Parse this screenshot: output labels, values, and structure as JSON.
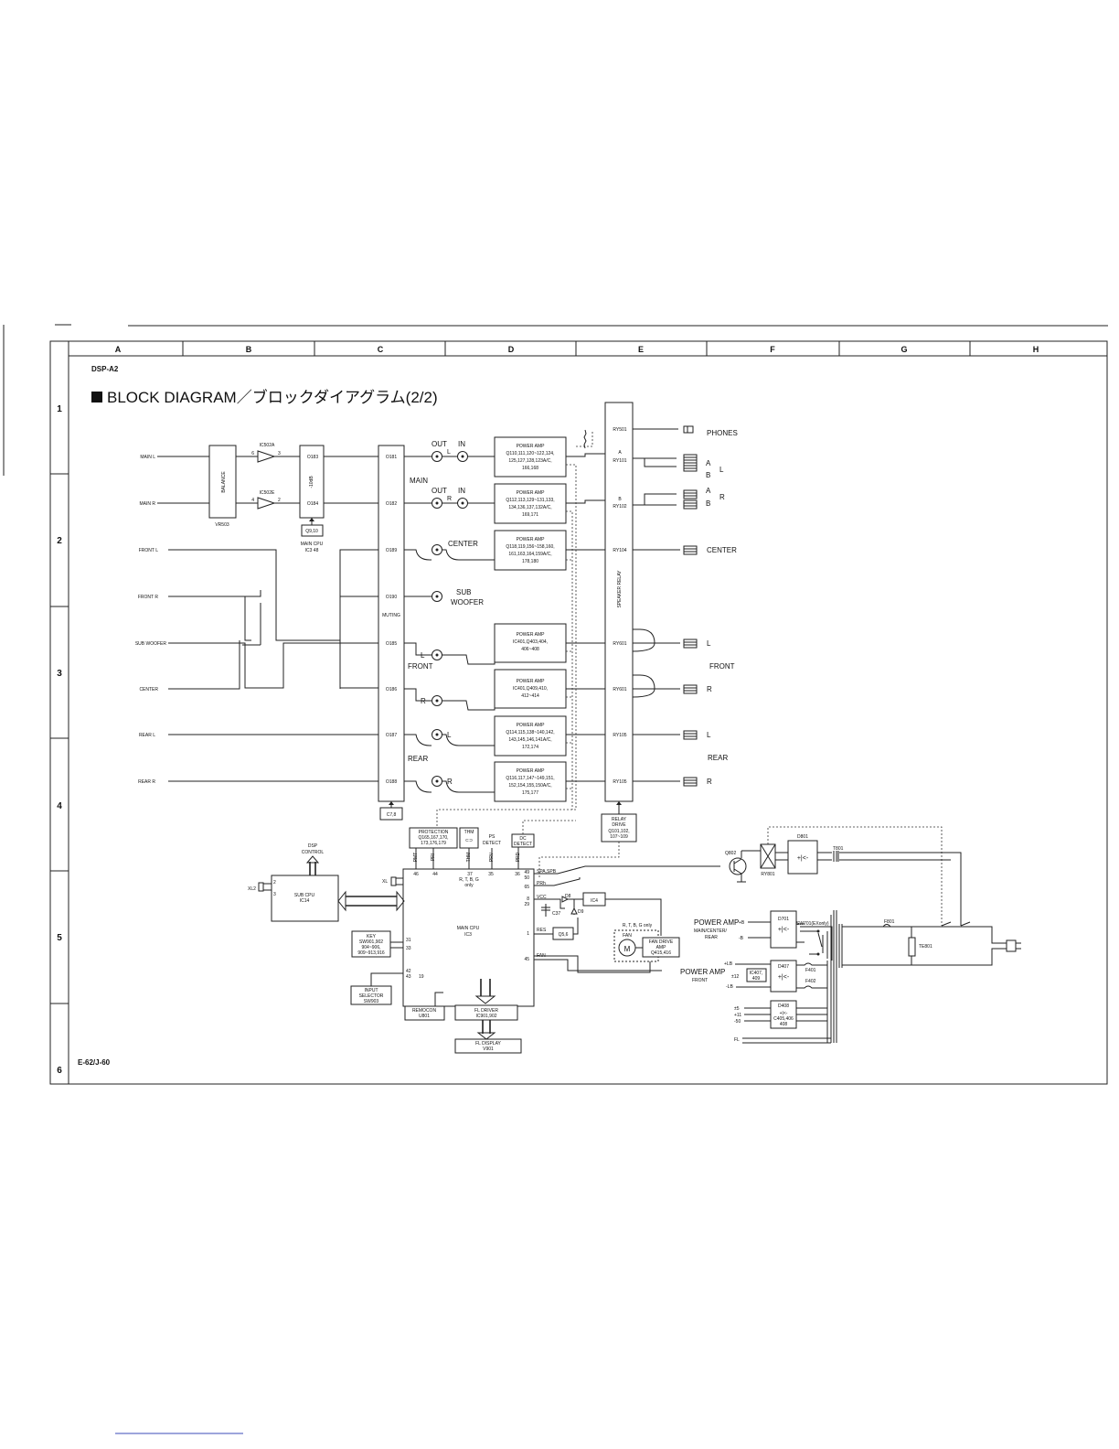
{
  "header": {
    "model": "DSP-A2",
    "title": "BLOCK DIAGRAM／ブロックダイアグラム(2/2)",
    "page_ref": "E-62/J-60"
  },
  "grid": {
    "columns": [
      "A",
      "B",
      "C",
      "D",
      "E",
      "F",
      "G",
      "H"
    ],
    "rows": [
      "1",
      "2",
      "3",
      "4",
      "5",
      "6"
    ]
  },
  "inputs": [
    "MAIN L",
    "MAIN R",
    "FRONT L",
    "FRONT R",
    "SUB WOOFER",
    "CENTER",
    "REAR L",
    "REAR R"
  ],
  "balance": {
    "label": "BALANCE",
    "ref": "VR503"
  },
  "ic502a": {
    "label": "IC502A",
    "pin_in": "6",
    "pin_out": "3"
  },
  "ic502e": {
    "label": "IC502E",
    "pin_in": "4",
    "pin_out": "2"
  },
  "gain_block": {
    "label": "-10dB",
    "out1": "O183",
    "out2": "O184"
  },
  "q9": {
    "label": "Q9,10",
    "note1": "MAIN CPU",
    "note2": "IC3 48"
  },
  "muting": {
    "label": "MUTING",
    "pins": [
      "O181",
      "O182",
      "O189",
      "O190",
      "O185",
      "O186",
      "O187",
      "O188"
    ]
  },
  "c78": "C7,8",
  "jacks": {
    "out": "OUT",
    "in": "IN",
    "l": "L",
    "r": "R",
    "main": "MAIN",
    "center": "CENTER",
    "sub": "SUB",
    "woofer": "WOOFER",
    "front": "FRONT",
    "rear": "REAR"
  },
  "power_amps": [
    {
      "title": "POWER AMP",
      "l1": "Q110,111,120~122,124,",
      "l2": "125,127,128,123A/C,",
      "l3": "166,168"
    },
    {
      "title": "POWER AMP",
      "l1": "Q112,113,129~131,133,",
      "l2": "134,136,137,132A/C,",
      "l3": "169,171"
    },
    {
      "title": "POWER AMP",
      "l1": "Q118,119,156~158,160,",
      "l2": "161,163,164,159A/C,",
      "l3": "178,180"
    },
    {
      "title": "POWER AMP",
      "l1": "IC401,Q403,404,",
      "l2": "406~408",
      "l3": ""
    },
    {
      "title": "POWER AMP",
      "l1": "IC401,Q409,410,",
      "l2": "412~414",
      "l3": ""
    },
    {
      "title": "POWER AMP",
      "l1": "Q114,115,138~140,142,",
      "l2": "143,145,146,141A/C,",
      "l3": "172,174"
    },
    {
      "title": "POWER AMP",
      "l1": "Q116,117,147~149,151,",
      "l2": "152,154,155,150A/C,",
      "l3": "175,177"
    }
  ],
  "relay": {
    "label": "SPEAKER RELAY",
    "pins": [
      "RY501",
      "A",
      "RY101",
      "B",
      "RY102",
      "RY104",
      "RY601",
      "RY601",
      "RY105",
      "RY105"
    ]
  },
  "relay_drive": {
    "l1": "RELAY",
    "l2": "DRIVE",
    "l3": "Q101,102,",
    "l4": "107~109"
  },
  "outputs": {
    "phones": "PHONES",
    "a": "A",
    "b": "B",
    "l": "L",
    "r": "R",
    "center": "CENTER",
    "front": "FRONT",
    "rear": "REAR"
  },
  "protection": {
    "l1": "PROTECTION",
    "l2": "Q165,167,170,",
    "l3": "173,176,179"
  },
  "thm": {
    "l1": "THM",
    "ps1": "PS",
    "ps2": "DETECT",
    "dc1": "DC",
    "dc2": "DETECT"
  },
  "main_cpu": {
    "l1": "MAIN CPU",
    "l2": "IC3",
    "pin_labels": [
      "PMT",
      "PRI",
      "THM",
      "PRV",
      "PRD"
    ],
    "top_pins": [
      "46",
      "44",
      "37",
      "35",
      "36"
    ],
    "right_pins": [
      "49",
      "50",
      "65",
      "8",
      "29",
      "1",
      "45"
    ],
    "left_pins": [
      "31",
      "33",
      "42",
      "43",
      "19"
    ],
    "sig": [
      "SPA,SPB",
      "PRh",
      "VCC",
      "RES",
      "FAN"
    ],
    "note": "R, T, B, G",
    "only": "only"
  },
  "dsp_control": {
    "l1": "DSP",
    "l2": "CONTROL"
  },
  "sub_cpu": {
    "l1": "SUB CPU",
    "l2": "IC14",
    "xl": "XL2",
    "p2": "2",
    "p3": "3"
  },
  "xl": "XL",
  "key": {
    "l1": "KEY",
    "l2": "SW901,902",
    "l3": "904~906,",
    "l4": "909~913,916"
  },
  "input_selector": {
    "l1": "INPUT",
    "l2": "SELECTOR",
    "l3": "SW903"
  },
  "remocon": {
    "l1": "REMOCON",
    "l2": "U801"
  },
  "fl_driver": {
    "l1": "FL DRIVER",
    "l2": "IC901,902"
  },
  "fl_display": {
    "l1": "FL DISPLAY",
    "l2": "V901"
  },
  "misc": {
    "ic4": "IC4",
    "c37": "C37",
    "d8": "D8",
    "d9": "D9",
    "q56": "Q5,6",
    "rtb_only": "R, T, B, G only",
    "fan": "FAN",
    "m": "M",
    "fan_drive1": "FAN DRIVE",
    "fan_drive2": "AMP",
    "fan_drive3": "Q415,416",
    "q802": "Q802",
    "ry801": "RY801",
    "d801": "D801",
    "t801": "T801",
    "sw701": "SW701(EXonly)",
    "f801": "F801",
    "te801": "TE801",
    "pa_main": "POWER AMP",
    "pa_main_sub": "MAIN/CENTER/",
    "pa_main_sub2": "REAR",
    "pa_front": "POWER AMP",
    "pa_front_sub": "FRONT",
    "d701": "D701",
    "d407": "D407",
    "ic407_1": "IC407,",
    "ic407_2": "409",
    "d408": "D408",
    "c405_1": "C405,406",
    "c405_2": "408",
    "f401": "F401",
    "f402": "F402",
    "pb": "+B",
    "mb": "-B",
    "plb": "+LB",
    "mlb": "-LB",
    "pm12": "±12",
    "p5": "±5",
    "p11": "+11",
    "m50": "-50",
    "fl": "FL"
  }
}
